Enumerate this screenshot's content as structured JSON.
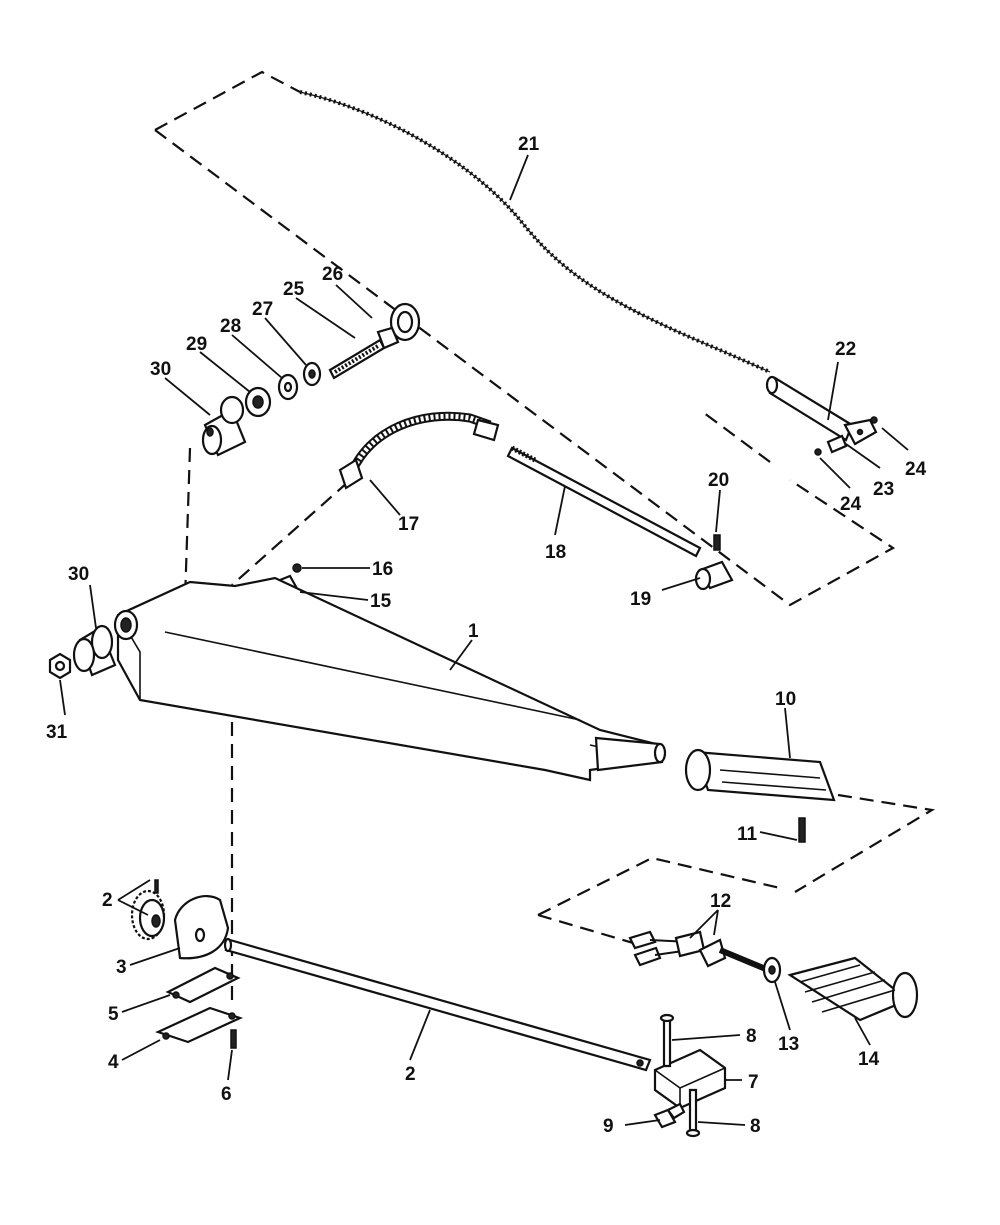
{
  "diagram": {
    "line_color": "#111111",
    "background": "#ffffff",
    "callouts": {
      "c1": "1",
      "c2a": "2",
      "c2b": "2",
      "c3": "3",
      "c4": "4",
      "c5": "5",
      "c6": "6",
      "c7": "7",
      "c8a": "8",
      "c8b": "8",
      "c9": "9",
      "c10": "10",
      "c11": "11",
      "c12": "12",
      "c13": "13",
      "c14": "14",
      "c15": "15",
      "c16": "16",
      "c17": "17",
      "c18": "18",
      "c19": "19",
      "c20": "20",
      "c21": "21",
      "c22": "22",
      "c23": "23",
      "c24a": "24",
      "c24b": "24",
      "c25": "25",
      "c26": "26",
      "c27": "27",
      "c28": "28",
      "c29": "29",
      "c30a": "30",
      "c30b": "30",
      "c31": "31"
    }
  }
}
